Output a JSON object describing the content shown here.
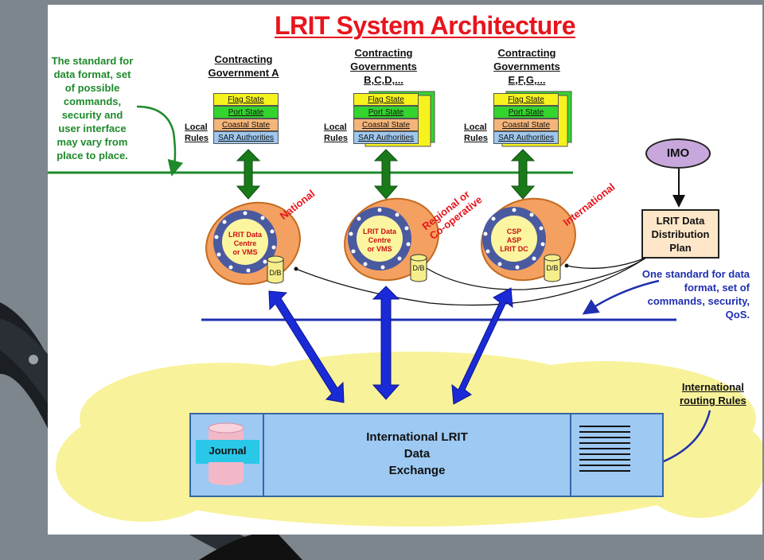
{
  "title": "LRIT System Architecture",
  "left_note": [
    "The standard for",
    "data format, set",
    "of possible",
    "commands,",
    "security and",
    "user interface",
    "may vary from",
    "place to place."
  ],
  "governments": [
    {
      "lines": [
        "Contracting",
        "Government A"
      ]
    },
    {
      "lines": [
        "Contracting",
        "Governments",
        "B,C,D,..."
      ]
    },
    {
      "lines": [
        "Contracting",
        "Governments",
        "E,F,G,..."
      ]
    }
  ],
  "local_rules": [
    "Local",
    "Rules"
  ],
  "authority_bars": [
    "Flag State",
    "Port State",
    "Coastal State",
    "SAR Authorities"
  ],
  "regions": [
    "National",
    "Regional or",
    "Co-operative",
    "International"
  ],
  "centres": [
    [
      "LRIT Data",
      "Centre",
      "or VMS"
    ],
    [
      "LRIT Data",
      "Centre",
      "or VMS"
    ],
    [
      "CSP",
      "ASP",
      "LRIT DC"
    ]
  ],
  "db_label": "D/B",
  "imo": "IMO",
  "plan": [
    "LRIT Data",
    "Distribution",
    "Plan"
  ],
  "right_note": [
    "One standard for data",
    "format, set  of",
    "commands, security,",
    "QoS."
  ],
  "routing": [
    "International",
    "routing Rules"
  ],
  "journal": "Journal",
  "exchange": [
    "International LRIT",
    "Data",
    "Exchange"
  ],
  "colors": {
    "title": "#e8141c",
    "green": "#1e8a2a",
    "blue": "#1f2fb0",
    "arrow_blue": "#1a2ad6",
    "arrow_green": "#1a7a1a"
  }
}
